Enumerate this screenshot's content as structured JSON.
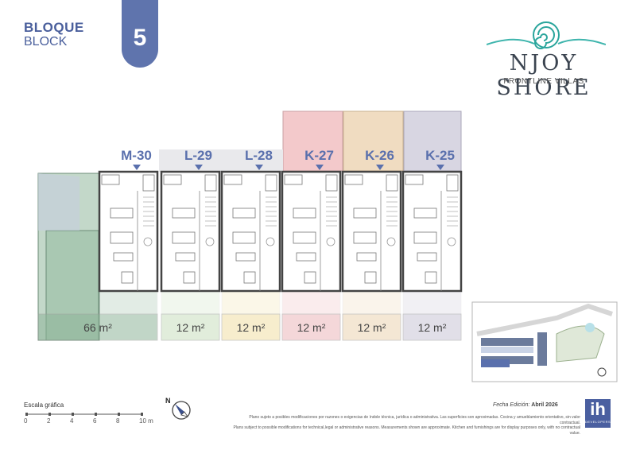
{
  "header": {
    "title": "BLOQUE",
    "subtitle": "BLOCK",
    "block_number": "5"
  },
  "brand": {
    "name": "NJOY SHORE",
    "tagline": "FRONTLINE VILLAS"
  },
  "units": [
    {
      "label": "M-30",
      "area": "66 m²"
    },
    {
      "label": "L-29",
      "area": "12 m²"
    },
    {
      "label": "L-28",
      "area": "12 m²"
    },
    {
      "label": "K-27",
      "area": "12 m²"
    },
    {
      "label": "K-26",
      "area": "12 m²"
    },
    {
      "label": "K-25",
      "area": "12 m²"
    }
  ],
  "colors": {
    "accent": "#5a70ad",
    "m30": "#8fb59a",
    "l29": "#c9e0bf",
    "l28": "#f1e0a6",
    "k27": "#ecb8bb",
    "k26": "#ecd4b1",
    "k25": "#c9c6d6"
  },
  "scale": {
    "title": "Escala gráfica",
    "ticks": [
      "0",
      "2",
      "4",
      "6",
      "8",
      "10 m"
    ]
  },
  "compass": {
    "label": "N"
  },
  "footer": {
    "edition_label": "Fecha Edición:",
    "edition_value": "Abril 2026",
    "disclaimer_es": "Plano sujeto a posibles modificaciones por razones o exigencias de índole técnica, jurídica o administrativa. Las superficies son aproximadas. Cocina y amueblamiento orientativo, sin valor contractual.",
    "disclaimer_en": "Plans subject to possible modifications for technical,legal or administrative reasons. Measurements shown are approximate. Kitchen and furnishings are for display purposes only, with no contractual value.",
    "developer_logo": "ih",
    "developer_text": "DEVELOPERS"
  }
}
